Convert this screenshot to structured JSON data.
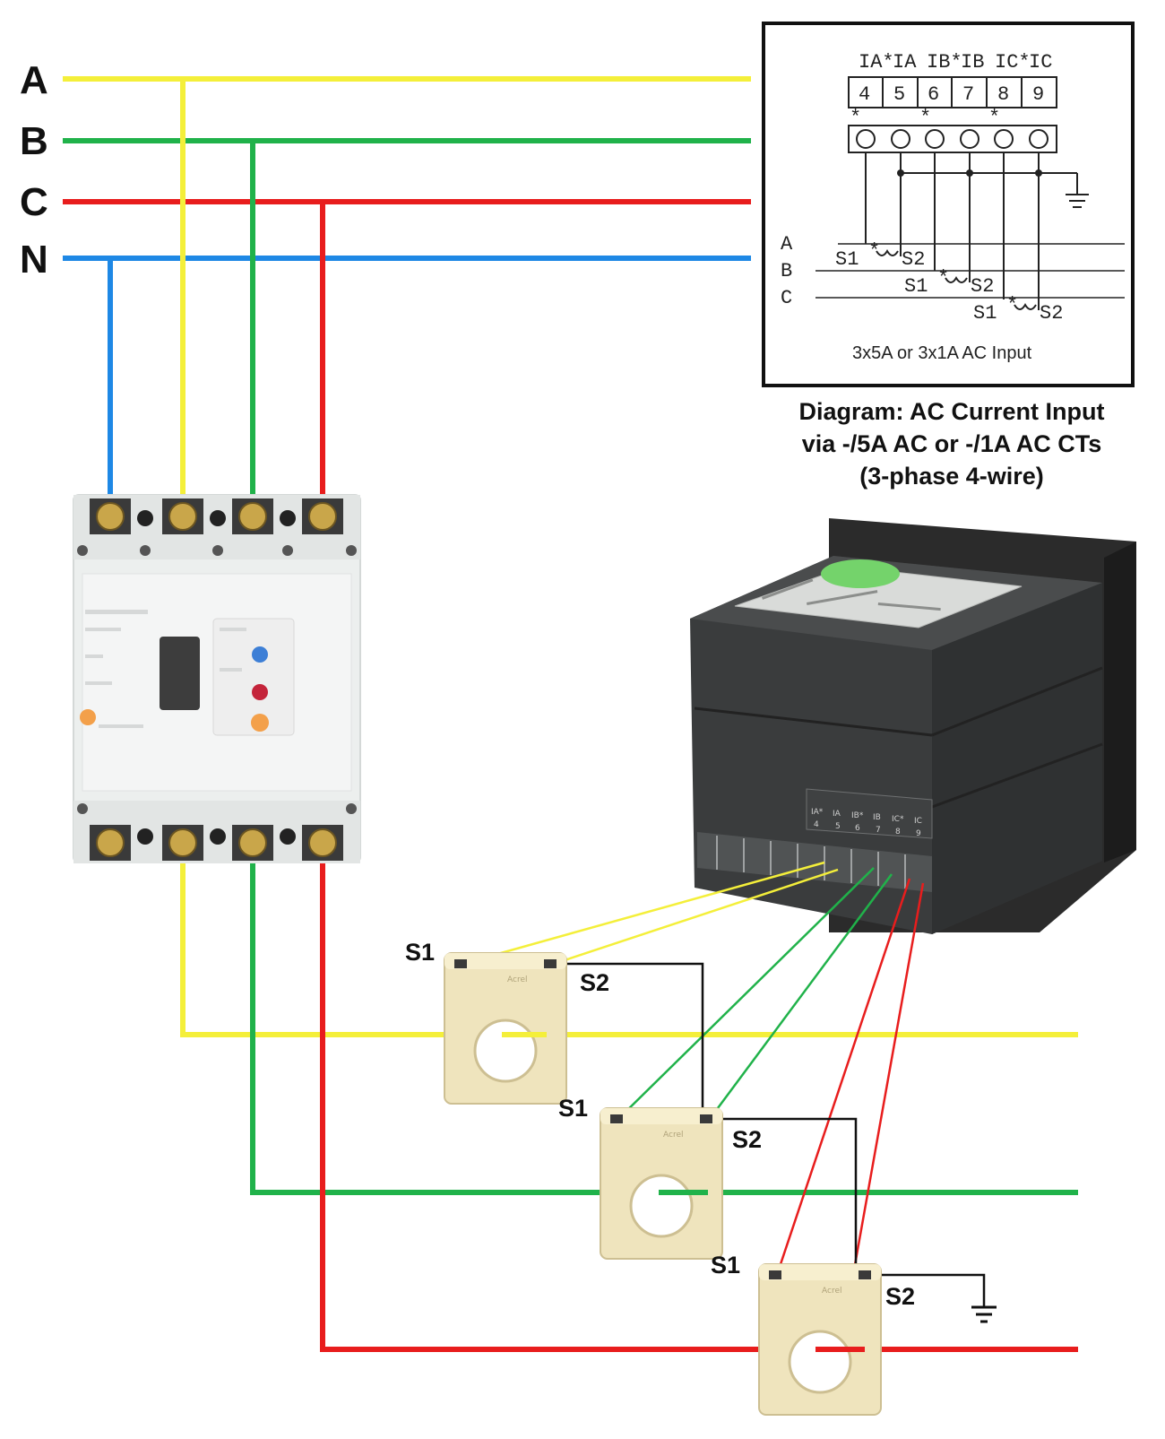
{
  "phases": {
    "a": {
      "label": "A",
      "color": "#f4ef3a"
    },
    "b": {
      "label": "B",
      "color": "#20b24a"
    },
    "c": {
      "label": "C",
      "color": "#e81d1d"
    },
    "n": {
      "label": "N",
      "color": "#1e88e5"
    }
  },
  "schematic": {
    "terminal_labels": [
      "IA*",
      "IA",
      "IB*",
      "IB",
      "IC*",
      "IC"
    ],
    "terminal_numbers": [
      "4",
      "5",
      "6",
      "7",
      "8",
      "9"
    ],
    "phase_rows": [
      "A",
      "B",
      "C"
    ],
    "ct_a": {
      "s1": "S1",
      "s2": "S2"
    },
    "ct_b": {
      "s1": "S1",
      "s2": "S2"
    },
    "ct_c": {
      "s1": "S1",
      "s2": "S2"
    },
    "star": "*",
    "input_note": "3x5A or 3x1A AC Input"
  },
  "caption": {
    "line1": "Diagram: AC Current Input",
    "line2": "via -/5A AC or -/1A AC CTs",
    "line3": "(3-phase 4-wire)"
  },
  "meter_terminal_labels": [
    "IA*",
    "IA",
    "IB*",
    "IB",
    "IC*",
    "IC"
  ],
  "meter_terminal_numbers": [
    "4",
    "5",
    "6",
    "7",
    "8",
    "9"
  ],
  "ct_labels": {
    "ct1": {
      "s1": "S1",
      "s2": "S2"
    },
    "ct2": {
      "s1": "S1",
      "s2": "S2"
    },
    "ct3": {
      "s1": "S1",
      "s2": "S2"
    }
  },
  "ct_brand": "Acrel"
}
